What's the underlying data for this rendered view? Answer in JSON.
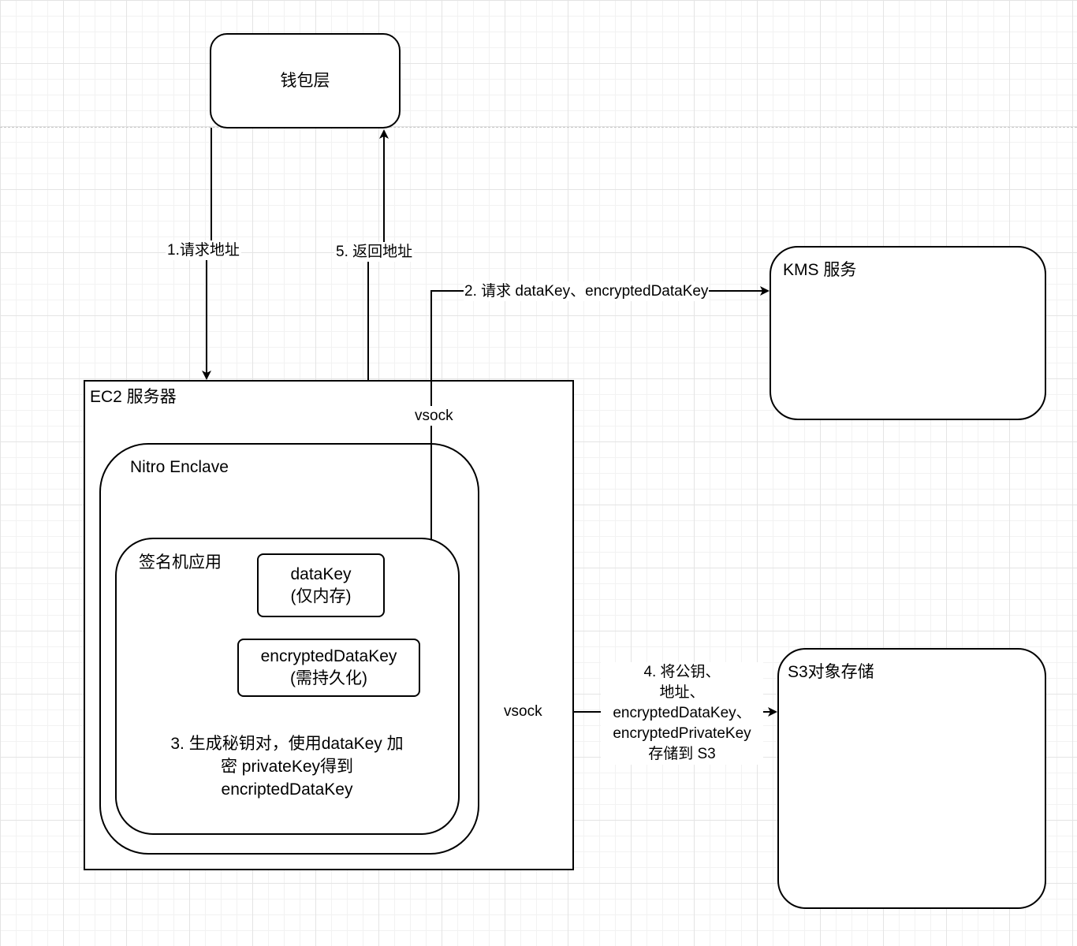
{
  "nodes": {
    "wallet_layer": "钱包层",
    "kms_service": "KMS 服务",
    "ec2_server": "EC2 服务器",
    "nitro_enclave": "Nitro Enclave",
    "signer_app": "签名机应用",
    "datakey_line1": "dataKey",
    "datakey_line2": "(仅内存)",
    "encrypted_datakey_line1": "encryptedDataKey",
    "encrypted_datakey_line2": "(需持久化)",
    "s3_storage": "S3对象存储"
  },
  "steps": {
    "step1": "1.请求地址",
    "step2": "2. 请求 dataKey、encryptedDataKey",
    "step3_line1": "3. 生成秘钥对，使用dataKey 加",
    "step3_line2": "密 privateKey得到",
    "step3_line3": "encriptedDataKey",
    "step4_line1": "4. 将公钥、",
    "step4_line2": "地址、",
    "step4_line3": "encryptedDataKey、",
    "step4_line4": "encryptedPrivateKey",
    "step4_line5": "存储到 S3",
    "step5": "5. 返回地址"
  },
  "channels": {
    "vsock_kms": "vsock",
    "vsock_s3": "vsock"
  }
}
